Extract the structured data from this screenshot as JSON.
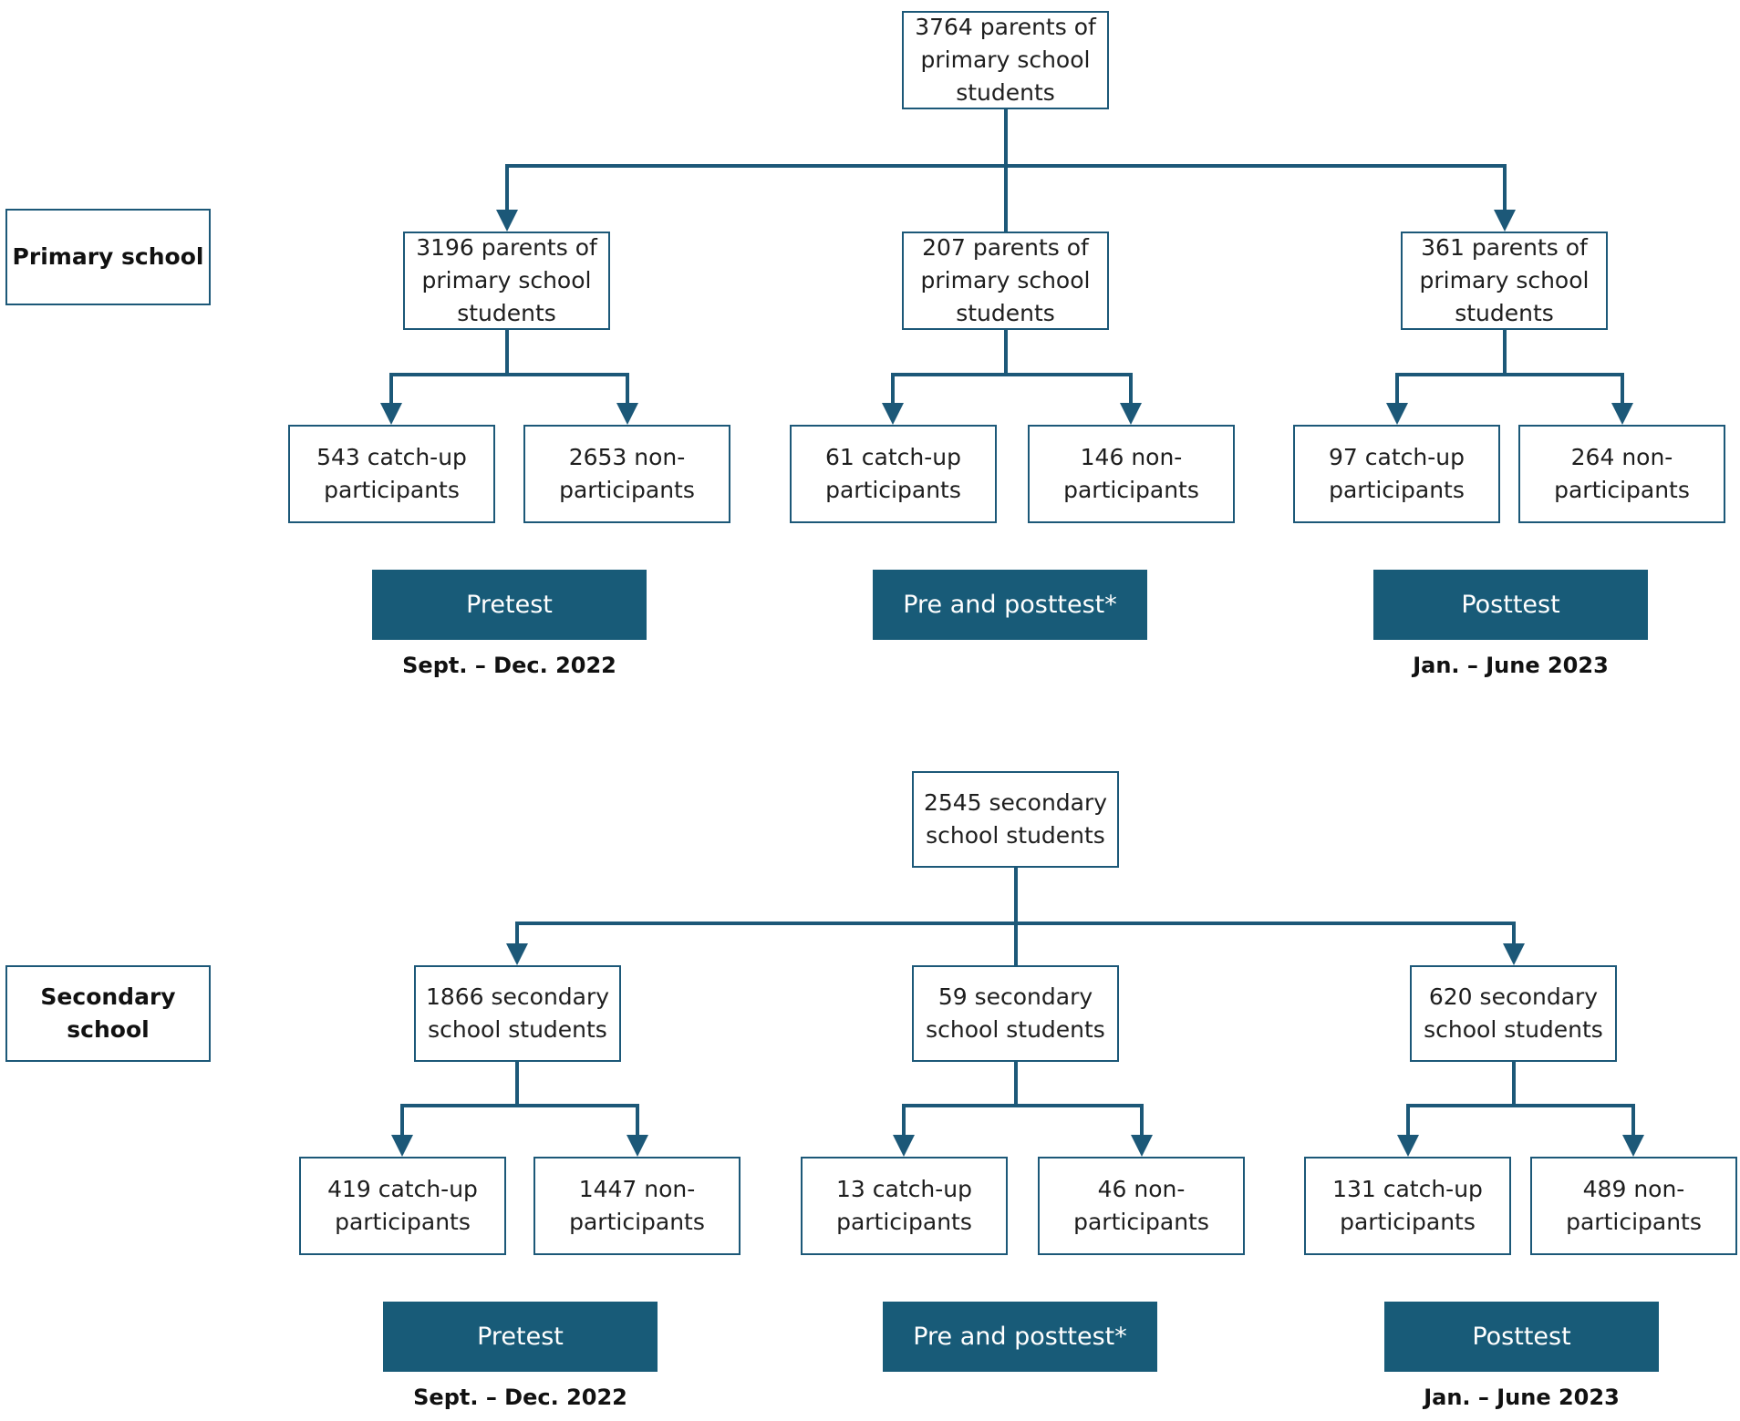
{
  "colors": {
    "line": "#1c5878",
    "phase_fill": "#185b78",
    "box_border": "#1c5878"
  },
  "sections": [
    {
      "label": "Primary school",
      "root": "3764 parents of\nprimary school\nstudents",
      "groups": [
        {
          "total": "3196 parents of\nprimary school\nstudents",
          "participants": "543 catch-up\nparticipants",
          "non_participants": "2653 non-\nparticipants",
          "phase": "Pretest",
          "date": "Sept. – Dec. 2022"
        },
        {
          "total": "207 parents of\nprimary school\nstudents",
          "participants": "61 catch-up\nparticipants",
          "non_participants": "146 non-\nparticipants",
          "phase": "Pre and posttest*",
          "date": ""
        },
        {
          "total": "361 parents of\nprimary school\nstudents",
          "participants": "97 catch-up\nparticipants",
          "non_participants": "264 non-\nparticipants",
          "phase": "Posttest",
          "date": "Jan. – June 2023"
        }
      ]
    },
    {
      "label": "Secondary\nschool",
      "root": "2545 secondary\nschool students",
      "groups": [
        {
          "total": "1866 secondary\nschool students",
          "participants": "419 catch-up\nparticipants",
          "non_participants": "1447 non-\nparticipants",
          "phase": "Pretest",
          "date": "Sept. – Dec. 2022"
        },
        {
          "total": "59 secondary\nschool students",
          "participants": "13 catch-up\nparticipants",
          "non_participants": "46 non-\nparticipants",
          "phase": "Pre and posttest*",
          "date": ""
        },
        {
          "total": "620 secondary\nschool students",
          "participants": "131 catch-up\nparticipants",
          "non_participants": "489 non-\nparticipants",
          "phase": "Posttest",
          "date": "Jan. – June 2023"
        }
      ]
    }
  ]
}
